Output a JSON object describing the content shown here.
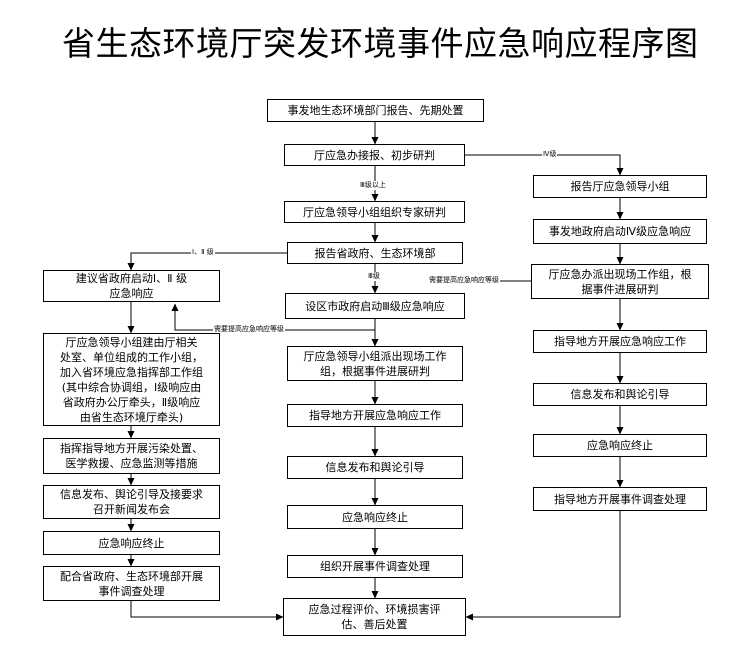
{
  "title": "省生态环境厅突发环境事件应急响应程序图",
  "nodes": {
    "report": "事发地生态环境部门报告、先期处置",
    "receive": "厅应急办接报、初步研判",
    "expert": "厅应急领导小组组织专家研判",
    "report_gov": "报告省政府、生态环境部",
    "suggest": "建议省政府启动Ⅰ、Ⅱ 级\n应急响应",
    "command": "厅应急领导小组建由厅相关\n处室、单位组成的工作小组，\n加入省环境应急指挥部工作组\n(其中综合协调组，Ⅰ级响应由\n省政府办公厅牵头，Ⅱ级响应\n由省生态环境厅牵头)",
    "l_direct": "指挥指导地方开展污染处置、\n医学救援、应急监测等措施",
    "l_info": "信息发布、舆论引导及接要求\n召开新闻发布会",
    "l_end": "应急响应终止",
    "l_investigate": "配合省政府、生态环境部开展\n事件调查处理",
    "c_start": "设区市政府启动Ⅲ级应急响应",
    "c_team": "厅应急领导小组派出现场工作\n组，根据事件进展研判",
    "c_direct": "指导地方开展应急响应工作",
    "c_info": "信息发布和舆论引导",
    "c_end": "应急响应终止",
    "c_investigate": "组织开展事件调查处理",
    "final": "应急过程评价、环境损害评\n估、善后处置",
    "r_report": "报告厅应急领导小组",
    "r_start": "事发地政府启动Ⅳ级应急响应",
    "r_team": "厅应急办派出现场工作组，根\n据事件进展研判",
    "r_direct": "指导地方开展应急响应工作",
    "r_info": "信息发布和舆论引导",
    "r_end": "应急响应终止",
    "r_investigate": "指导地方开展事件调查处理"
  },
  "edge_labels": {
    "level4": "Ⅳ级",
    "level3_above": "Ⅲ级以上",
    "level12": "Ⅰ、Ⅱ 级",
    "level3": "Ⅲ级",
    "upgrade_right": "需要提高应急响应等级",
    "upgrade_center": "需要提高应急响应等级"
  },
  "colors": {
    "line": "#000000",
    "box_border": "#000000",
    "background": "#ffffff"
  }
}
